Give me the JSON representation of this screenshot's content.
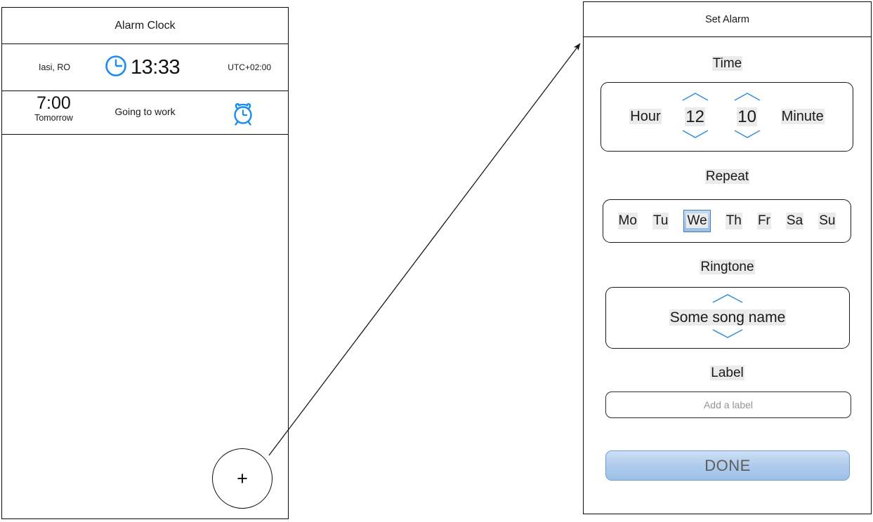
{
  "left_phone": {
    "header": {
      "title": "Alarm Clock"
    },
    "world_clock": {
      "city": "Iasi, RO",
      "time": "13:33",
      "utc_offset": "UTC+02:00",
      "icon": "clock-icon",
      "icon_color": "#1b8cf2"
    },
    "alarms": [
      {
        "time": "7:00",
        "day": "Tomorrow",
        "label": "Going to work",
        "icon": "alarm-bell-icon",
        "icon_color": "#1b8cf2"
      }
    ],
    "add_button": {
      "glyph": "+",
      "icon": "plus-icon"
    }
  },
  "right_phone": {
    "header": {
      "title": "Set Alarm"
    },
    "time_section": {
      "title": "Time",
      "hour_label": "Hour",
      "hour_value": "12",
      "minute_value": "10",
      "minute_label": "Minute",
      "up_icon": "chevron-up-icon",
      "down_icon": "chevron-down-icon",
      "chevron_color": "#2f8fe0"
    },
    "repeat_section": {
      "title": "Repeat",
      "days": [
        {
          "label": "Mo",
          "selected": false
        },
        {
          "label": "Tu",
          "selected": false
        },
        {
          "label": "We",
          "selected": true
        },
        {
          "label": "Th",
          "selected": false
        },
        {
          "label": "Fr",
          "selected": false
        },
        {
          "label": "Sa",
          "selected": false
        },
        {
          "label": "Su",
          "selected": false
        }
      ],
      "selected_day": "We",
      "selected_bg_top": "#c3d9f0",
      "selected_bg_bottom": "#97bfe6",
      "selected_border": "#4a7ebb"
    },
    "ringtone_section": {
      "title": "Ringtone",
      "value": "Some song name",
      "up_icon": "chevron-up-icon",
      "down_icon": "chevron-down-icon"
    },
    "label_section": {
      "title": "Label",
      "value": "",
      "placeholder": "Add a label"
    },
    "done_button": {
      "label": "DONE",
      "bg_top": "#cfe0f4",
      "bg_bottom": "#9dc0e8",
      "text_color": "#5d5d5d"
    }
  },
  "connector": {
    "name": "flow-arrow",
    "from": "add-alarm-button",
    "to": "set-alarm-screen",
    "color": "#1a1a1a"
  }
}
